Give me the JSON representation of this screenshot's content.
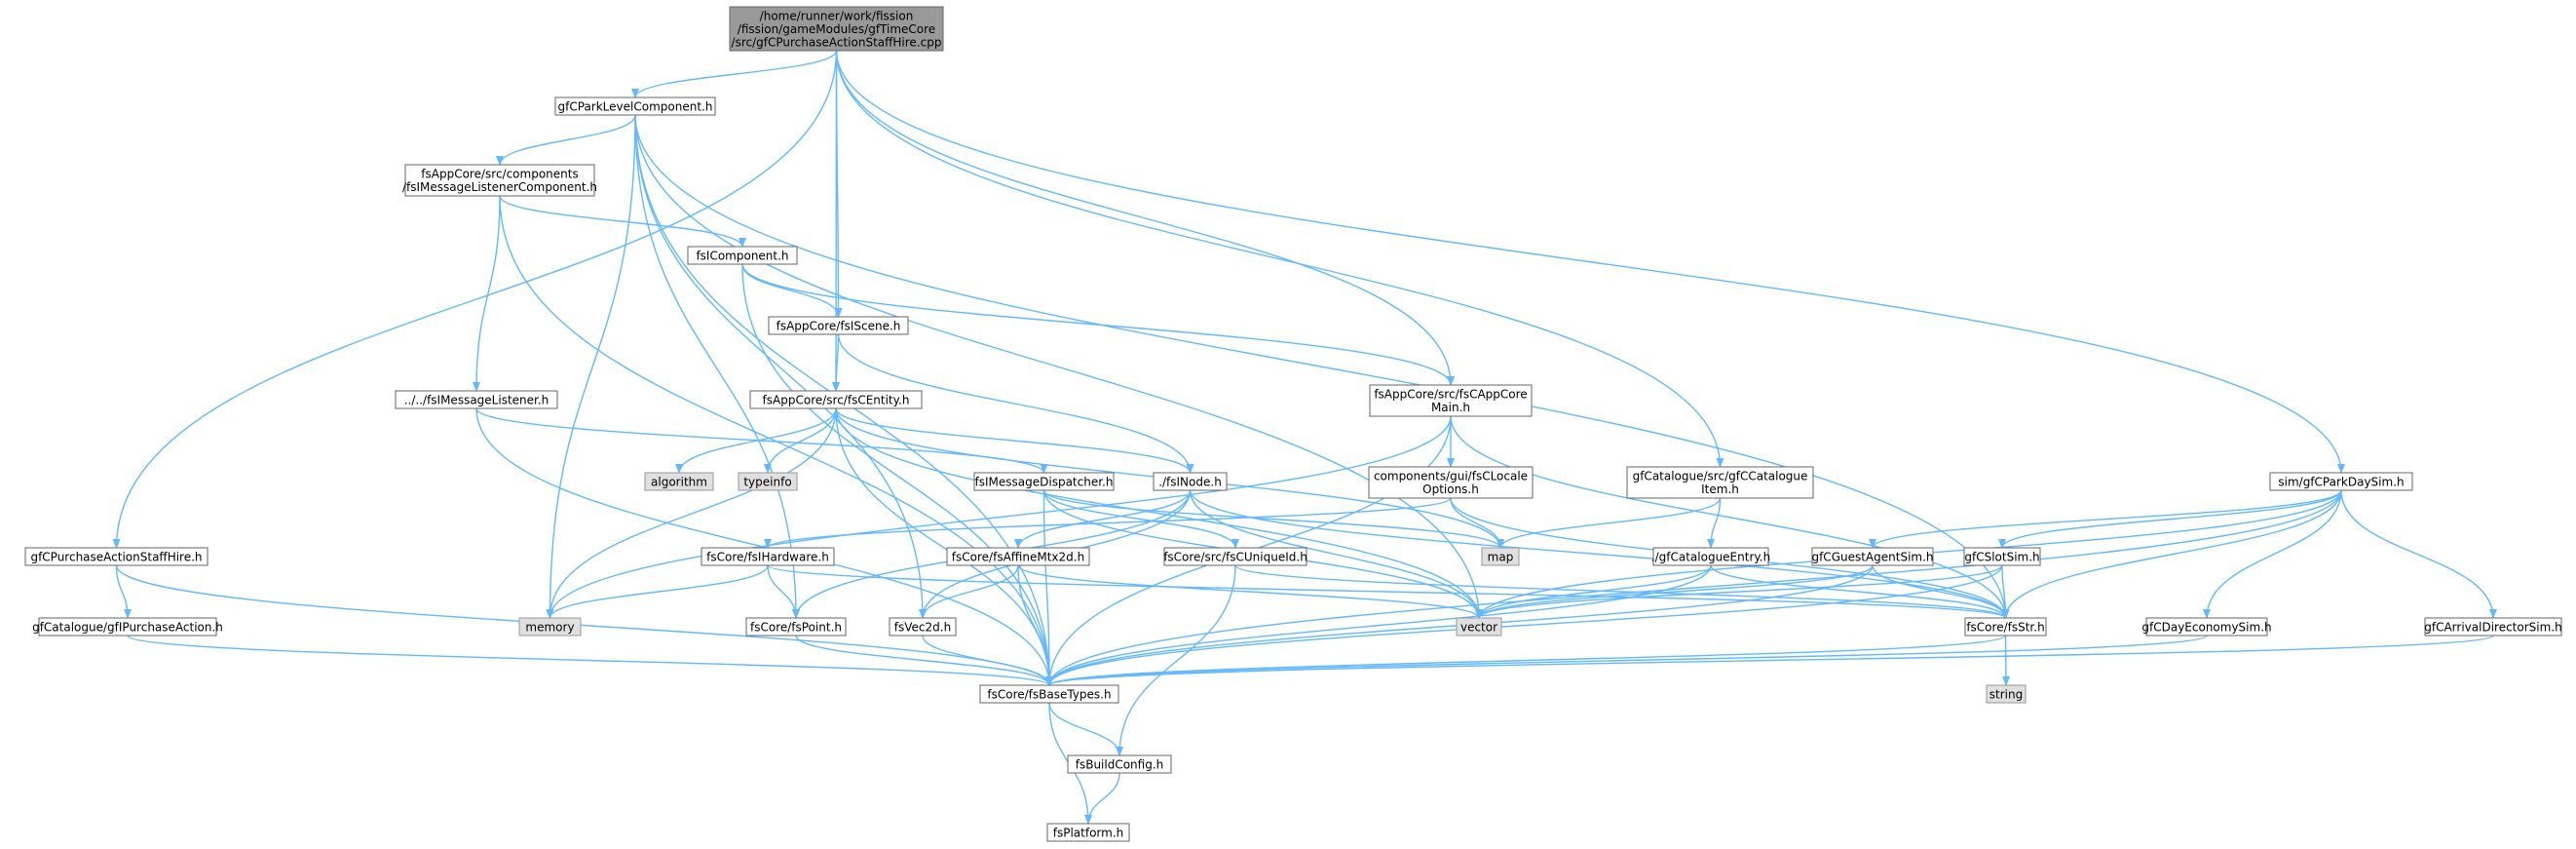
{
  "graph": {
    "root": "/home/runner/work/fission/fission/gameModules/gfTimeCore/src/gfCPurchaseActionStaffHire.cpp",
    "nodes": [
      {
        "id": "root",
        "lines": [
          "/home/runner/work/fission",
          "/fission/gameModules/gfTimeCore",
          "/src/gfCPurchaseActionStaffHire.cpp"
        ],
        "style": "root"
      },
      {
        "id": "gfCParkLevelComponent",
        "lines": [
          "gfCParkLevelComponent.h"
        ],
        "style": "normal"
      },
      {
        "id": "fsIMessageListenerComponent",
        "lines": [
          "fsAppCore/src/components",
          "/fsIMessageListenerComponent.h"
        ],
        "style": "normal"
      },
      {
        "id": "fsIComponent",
        "lines": [
          "fsIComponent.h"
        ],
        "style": "normal"
      },
      {
        "id": "fsIScene",
        "lines": [
          "fsAppCore/fsIScene.h"
        ],
        "style": "normal"
      },
      {
        "id": "fsCAppCoreMain",
        "lines": [
          "fsAppCore/src/fsCAppCore",
          "Main.h"
        ],
        "style": "normal"
      },
      {
        "id": "fsIMessageListener",
        "lines": [
          "../../fsIMessageListener.h"
        ],
        "style": "normal"
      },
      {
        "id": "fsCEntity",
        "lines": [
          "fsAppCore/src/fsCEntity.h"
        ],
        "style": "normal"
      },
      {
        "id": "algorithm",
        "lines": [
          "algorithm"
        ],
        "style": "ext"
      },
      {
        "id": "typeinfo",
        "lines": [
          "typeinfo"
        ],
        "style": "ext"
      },
      {
        "id": "fsIMessageDispatcher",
        "lines": [
          "fsIMessageDispatcher.h"
        ],
        "style": "normal"
      },
      {
        "id": "fsINode",
        "lines": [
          "./fsINode.h"
        ],
        "style": "normal"
      },
      {
        "id": "fsCLocaleOptions",
        "lines": [
          "components/gui/fsCLocale",
          "Options.h"
        ],
        "style": "normal"
      },
      {
        "id": "gfCCatalogueItem",
        "lines": [
          "gfCatalogue/src/gfCCatalogue",
          "Item.h"
        ],
        "style": "normal"
      },
      {
        "id": "gfCParkDaySim",
        "lines": [
          "sim/gfCParkDaySim.h"
        ],
        "style": "normal"
      },
      {
        "id": "gfCPurchaseActionStaffHire",
        "lines": [
          "gfCPurchaseActionStaffHire.h"
        ],
        "style": "normal"
      },
      {
        "id": "gfIPurchaseAction",
        "lines": [
          "gfCatalogue/gfIPurchaseAction.h"
        ],
        "style": "normal"
      },
      {
        "id": "fsIHardware",
        "lines": [
          "fsCore/fsIHardware.h"
        ],
        "style": "normal"
      },
      {
        "id": "fsAffineMtx2d",
        "lines": [
          "fsCore/fsAffineMtx2d.h"
        ],
        "style": "normal"
      },
      {
        "id": "fsCUniqueId",
        "lines": [
          "fsCore/src/fsCUniqueId.h"
        ],
        "style": "normal"
      },
      {
        "id": "map",
        "lines": [
          "map"
        ],
        "style": "ext"
      },
      {
        "id": "gfCatalogueEntry",
        "lines": [
          "./gfCatalogueEntry.h"
        ],
        "style": "normal"
      },
      {
        "id": "gfCGuestAgentSim",
        "lines": [
          "gfCGuestAgentSim.h"
        ],
        "style": "normal"
      },
      {
        "id": "gfCSlotSim",
        "lines": [
          "gfCSlotSim.h"
        ],
        "style": "normal"
      },
      {
        "id": "memory",
        "lines": [
          "memory"
        ],
        "style": "ext"
      },
      {
        "id": "fsPoint",
        "lines": [
          "fsCore/fsPoint.h"
        ],
        "style": "normal"
      },
      {
        "id": "fsVec2d",
        "lines": [
          "fsVec2d.h"
        ],
        "style": "normal"
      },
      {
        "id": "vector",
        "lines": [
          "vector"
        ],
        "style": "ext"
      },
      {
        "id": "fsStr",
        "lines": [
          "fsCore/fsStr.h"
        ],
        "style": "normal"
      },
      {
        "id": "gfCDayEconomySim",
        "lines": [
          "gfCDayEconomySim.h"
        ],
        "style": "normal"
      },
      {
        "id": "gfCArrivalDirectorSim",
        "lines": [
          "gfCArrivalDirectorSim.h"
        ],
        "style": "normal"
      },
      {
        "id": "string",
        "lines": [
          "string"
        ],
        "style": "ext"
      },
      {
        "id": "fsBaseTypes",
        "lines": [
          "fsCore/fsBaseTypes.h"
        ],
        "style": "normal"
      },
      {
        "id": "fsBuildConfig",
        "lines": [
          "fsBuildConfig.h"
        ],
        "style": "normal"
      },
      {
        "id": "fsPlatform",
        "lines": [
          "fsPlatform.h"
        ],
        "style": "normal"
      }
    ],
    "edges": [
      [
        "root",
        "gfCParkLevelComponent"
      ],
      [
        "root",
        "fsIScene"
      ],
      [
        "root",
        "fsCEntity"
      ],
      [
        "root",
        "fsCAppCoreMain"
      ],
      [
        "root",
        "gfCCatalogueItem"
      ],
      [
        "root",
        "gfCParkDaySim"
      ],
      [
        "root",
        "gfCPurchaseActionStaffHire"
      ],
      [
        "gfCParkLevelComponent",
        "fsIMessageListenerComponent"
      ],
      [
        "gfCParkLevelComponent",
        "memory"
      ],
      [
        "gfCParkLevelComponent",
        "fsPoint"
      ],
      [
        "gfCParkLevelComponent",
        "fsVec2d"
      ],
      [
        "gfCParkLevelComponent",
        "vector"
      ],
      [
        "gfCParkLevelComponent",
        "fsStr"
      ],
      [
        "gfCParkLevelComponent",
        "fsBaseTypes"
      ],
      [
        "fsIMessageListenerComponent",
        "fsIComponent"
      ],
      [
        "fsIMessageListenerComponent",
        "fsIMessageListener"
      ],
      [
        "fsIMessageListenerComponent",
        "fsBaseTypes"
      ],
      [
        "fsIComponent",
        "fsIScene"
      ],
      [
        "fsIComponent",
        "fsCAppCoreMain"
      ],
      [
        "fsIComponent",
        "fsBaseTypes"
      ],
      [
        "fsIScene",
        "fsCEntity"
      ],
      [
        "fsIScene",
        "fsINode"
      ],
      [
        "fsIMessageListener",
        "fsIMessageDispatcher"
      ],
      [
        "fsIMessageListener",
        "fsBaseTypes"
      ],
      [
        "fsCEntity",
        "algorithm"
      ],
      [
        "fsCEntity",
        "typeinfo"
      ],
      [
        "fsCEntity",
        "fsINode"
      ],
      [
        "fsCEntity",
        "map"
      ],
      [
        "fsCEntity",
        "memory"
      ],
      [
        "fsCEntity",
        "vector"
      ],
      [
        "fsCEntity",
        "fsBaseTypes"
      ],
      [
        "fsIMessageDispatcher",
        "fsCUniqueId"
      ],
      [
        "fsIMessageDispatcher",
        "map"
      ],
      [
        "fsIMessageDispatcher",
        "vector"
      ],
      [
        "fsIMessageDispatcher",
        "fsBaseTypes"
      ],
      [
        "fsINode",
        "fsAffineMtx2d"
      ],
      [
        "fsINode",
        "fsVec2d"
      ],
      [
        "fsINode",
        "vector"
      ],
      [
        "fsINode",
        "fsStr"
      ],
      [
        "fsINode",
        "fsPoint"
      ],
      [
        "fsCAppCoreMain",
        "fsCLocaleOptions"
      ],
      [
        "fsCAppCoreMain",
        "memory"
      ],
      [
        "fsCAppCoreMain",
        "fsStr"
      ],
      [
        "fsCAppCoreMain",
        "fsBaseTypes"
      ],
      [
        "fsCLocaleOptions",
        "fsIHardware"
      ],
      [
        "fsCLocaleOptions",
        "map"
      ],
      [
        "fsCLocaleOptions",
        "fsStr"
      ],
      [
        "gfCCatalogueItem",
        "gfCatalogueEntry"
      ],
      [
        "gfCCatalogueItem",
        "map"
      ],
      [
        "gfCatalogueEntry",
        "vector"
      ],
      [
        "gfCatalogueEntry",
        "fsStr"
      ],
      [
        "gfCatalogueEntry",
        "fsBaseTypes"
      ],
      [
        "gfCParkDaySim",
        "gfCGuestAgentSim"
      ],
      [
        "gfCParkDaySim",
        "gfCSlotSim"
      ],
      [
        "gfCParkDaySim",
        "gfCDayEconomySim"
      ],
      [
        "gfCParkDaySim",
        "gfCArrivalDirectorSim"
      ],
      [
        "gfCParkDaySim",
        "vector"
      ],
      [
        "gfCParkDaySim",
        "fsStr"
      ],
      [
        "gfCParkDaySim",
        "fsBaseTypes"
      ],
      [
        "gfCGuestAgentSim",
        "vector"
      ],
      [
        "gfCGuestAgentSim",
        "fsStr"
      ],
      [
        "gfCGuestAgentSim",
        "fsBaseTypes"
      ],
      [
        "gfCSlotSim",
        "vector"
      ],
      [
        "gfCSlotSim",
        "fsStr"
      ],
      [
        "gfCSlotSim",
        "fsBaseTypes"
      ],
      [
        "gfCDayEconomySim",
        "fsBaseTypes"
      ],
      [
        "gfCArrivalDirectorSim",
        "fsBaseTypes"
      ],
      [
        "gfCPurchaseActionStaffHire",
        "gfIPurchaseAction"
      ],
      [
        "gfCPurchaseActionStaffHire",
        "fsBaseTypes"
      ],
      [
        "gfIPurchaseAction",
        "fsBaseTypes"
      ],
      [
        "fsIHardware",
        "memory"
      ],
      [
        "fsIHardware",
        "fsPoint"
      ],
      [
        "fsIHardware",
        "fsStr"
      ],
      [
        "fsAffineMtx2d",
        "fsVec2d"
      ],
      [
        "fsAffineMtx2d",
        "vector"
      ],
      [
        "fsAffineMtx2d",
        "fsBaseTypes"
      ],
      [
        "fsCUniqueId",
        "fsStr"
      ],
      [
        "fsCUniqueId",
        "fsBuildConfig"
      ],
      [
        "fsPoint",
        "fsBaseTypes"
      ],
      [
        "fsVec2d",
        "fsBaseTypes"
      ],
      [
        "fsStr",
        "string"
      ],
      [
        "fsStr",
        "fsBaseTypes"
      ],
      [
        "fsBaseTypes",
        "fsBuildConfig"
      ],
      [
        "fsBaseTypes",
        "fsPlatform"
      ],
      [
        "fsBuildConfig",
        "fsPlatform"
      ]
    ]
  }
}
